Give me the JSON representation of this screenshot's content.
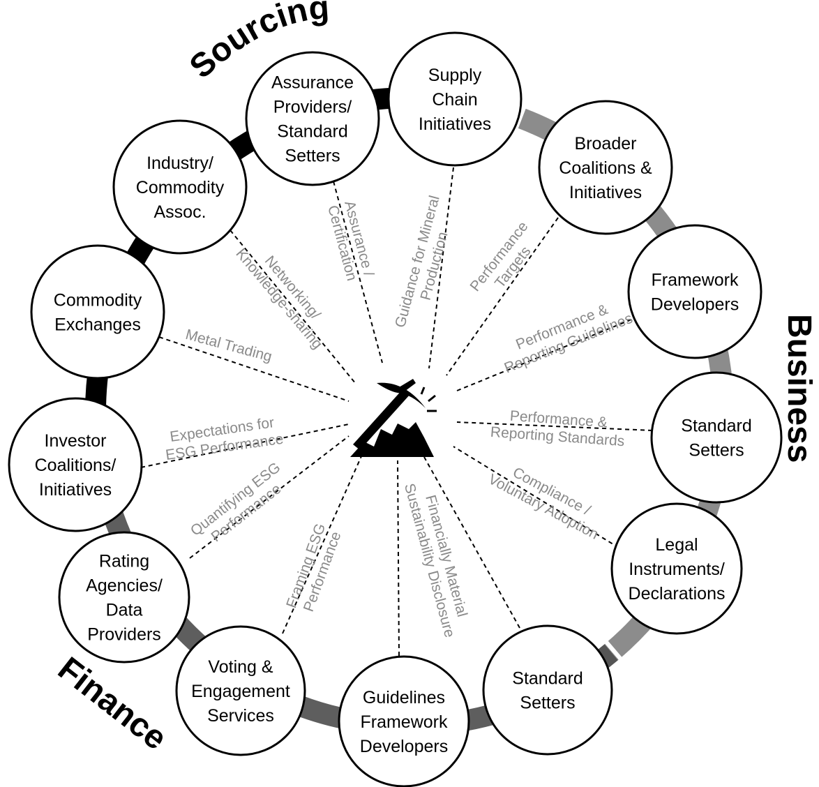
{
  "sectors": {
    "sourcing": {
      "label": "Sourcing",
      "color": "#000000"
    },
    "business": {
      "label": "Business",
      "color": "#8c8c8c"
    },
    "finance": {
      "label": "Finance",
      "color": "#5e5e5e"
    }
  },
  "nodes": [
    {
      "id": "assurance-providers",
      "lines": [
        "Assurance",
        "Providers/",
        "Standard",
        "Setters"
      ]
    },
    {
      "id": "supply-chain-initiatives",
      "lines": [
        "Supply",
        "Chain",
        "Initiatives"
      ]
    },
    {
      "id": "broader-coalitions",
      "lines": [
        "Broader",
        "Coalitions &",
        "Initiatives"
      ]
    },
    {
      "id": "framework-developers",
      "lines": [
        "Framework",
        "Developers"
      ]
    },
    {
      "id": "standard-setters-business",
      "lines": [
        "Standard",
        "Setters"
      ]
    },
    {
      "id": "legal-instruments",
      "lines": [
        "Legal",
        "Instruments/",
        "Declarations"
      ]
    },
    {
      "id": "standard-setters-finance",
      "lines": [
        "Standard",
        "Setters"
      ]
    },
    {
      "id": "guidelines-framework-developers",
      "lines": [
        "Guidelines",
        "Framework",
        "Developers"
      ]
    },
    {
      "id": "voting-engagement",
      "lines": [
        "Voting &",
        "Engagement",
        "Services"
      ]
    },
    {
      "id": "rating-agencies",
      "lines": [
        "Rating",
        "Agencies/",
        "Data",
        "Providers"
      ]
    },
    {
      "id": "investor-coalitions",
      "lines": [
        "Investor",
        "Coalitions/",
        "Initiatives"
      ]
    },
    {
      "id": "commodity-exchanges",
      "lines": [
        "Commodity",
        "Exchanges"
      ]
    },
    {
      "id": "industry-commodity-assoc",
      "lines": [
        "Industry/",
        "Commodity",
        "Assoc."
      ]
    }
  ],
  "spoke_labels": [
    {
      "id": "assurance-certification",
      "lines": [
        "Assurance /",
        "Certification"
      ]
    },
    {
      "id": "guidance-mineral-production",
      "lines": [
        "Guidance for Mineral",
        "Production"
      ]
    },
    {
      "id": "performance-targets",
      "lines": [
        "Performance",
        "Targets"
      ]
    },
    {
      "id": "performance-reporting-guidelines",
      "lines": [
        "Performance &",
        "Reporting Guidelines"
      ]
    },
    {
      "id": "performance-reporting-standards",
      "lines": [
        "Performance &",
        "Reporting Standards"
      ]
    },
    {
      "id": "compliance-voluntary-adoption",
      "lines": [
        "Compliance /",
        "Voluntary Adoption"
      ]
    },
    {
      "id": "financially-material-disclosure",
      "lines": [
        "Financially Material",
        "Sustainability Disclosure"
      ]
    },
    {
      "id": "framing-esg-performance",
      "lines": [
        "Framing ESG",
        "Performance"
      ]
    },
    {
      "id": "quantifying-esg-performance",
      "lines": [
        "Quantifying ESG",
        "Performance"
      ]
    },
    {
      "id": "expectations-esg-performance",
      "lines": [
        "Expectations for",
        "ESG Performance"
      ]
    },
    {
      "id": "metal-trading",
      "lines": [
        "Metal Trading"
      ]
    },
    {
      "id": "networking-knowledge-sharing",
      "lines": [
        "Networking/",
        "Knowledge-sharing"
      ]
    }
  ],
  "center_icon": "pickaxe-mine-icon"
}
